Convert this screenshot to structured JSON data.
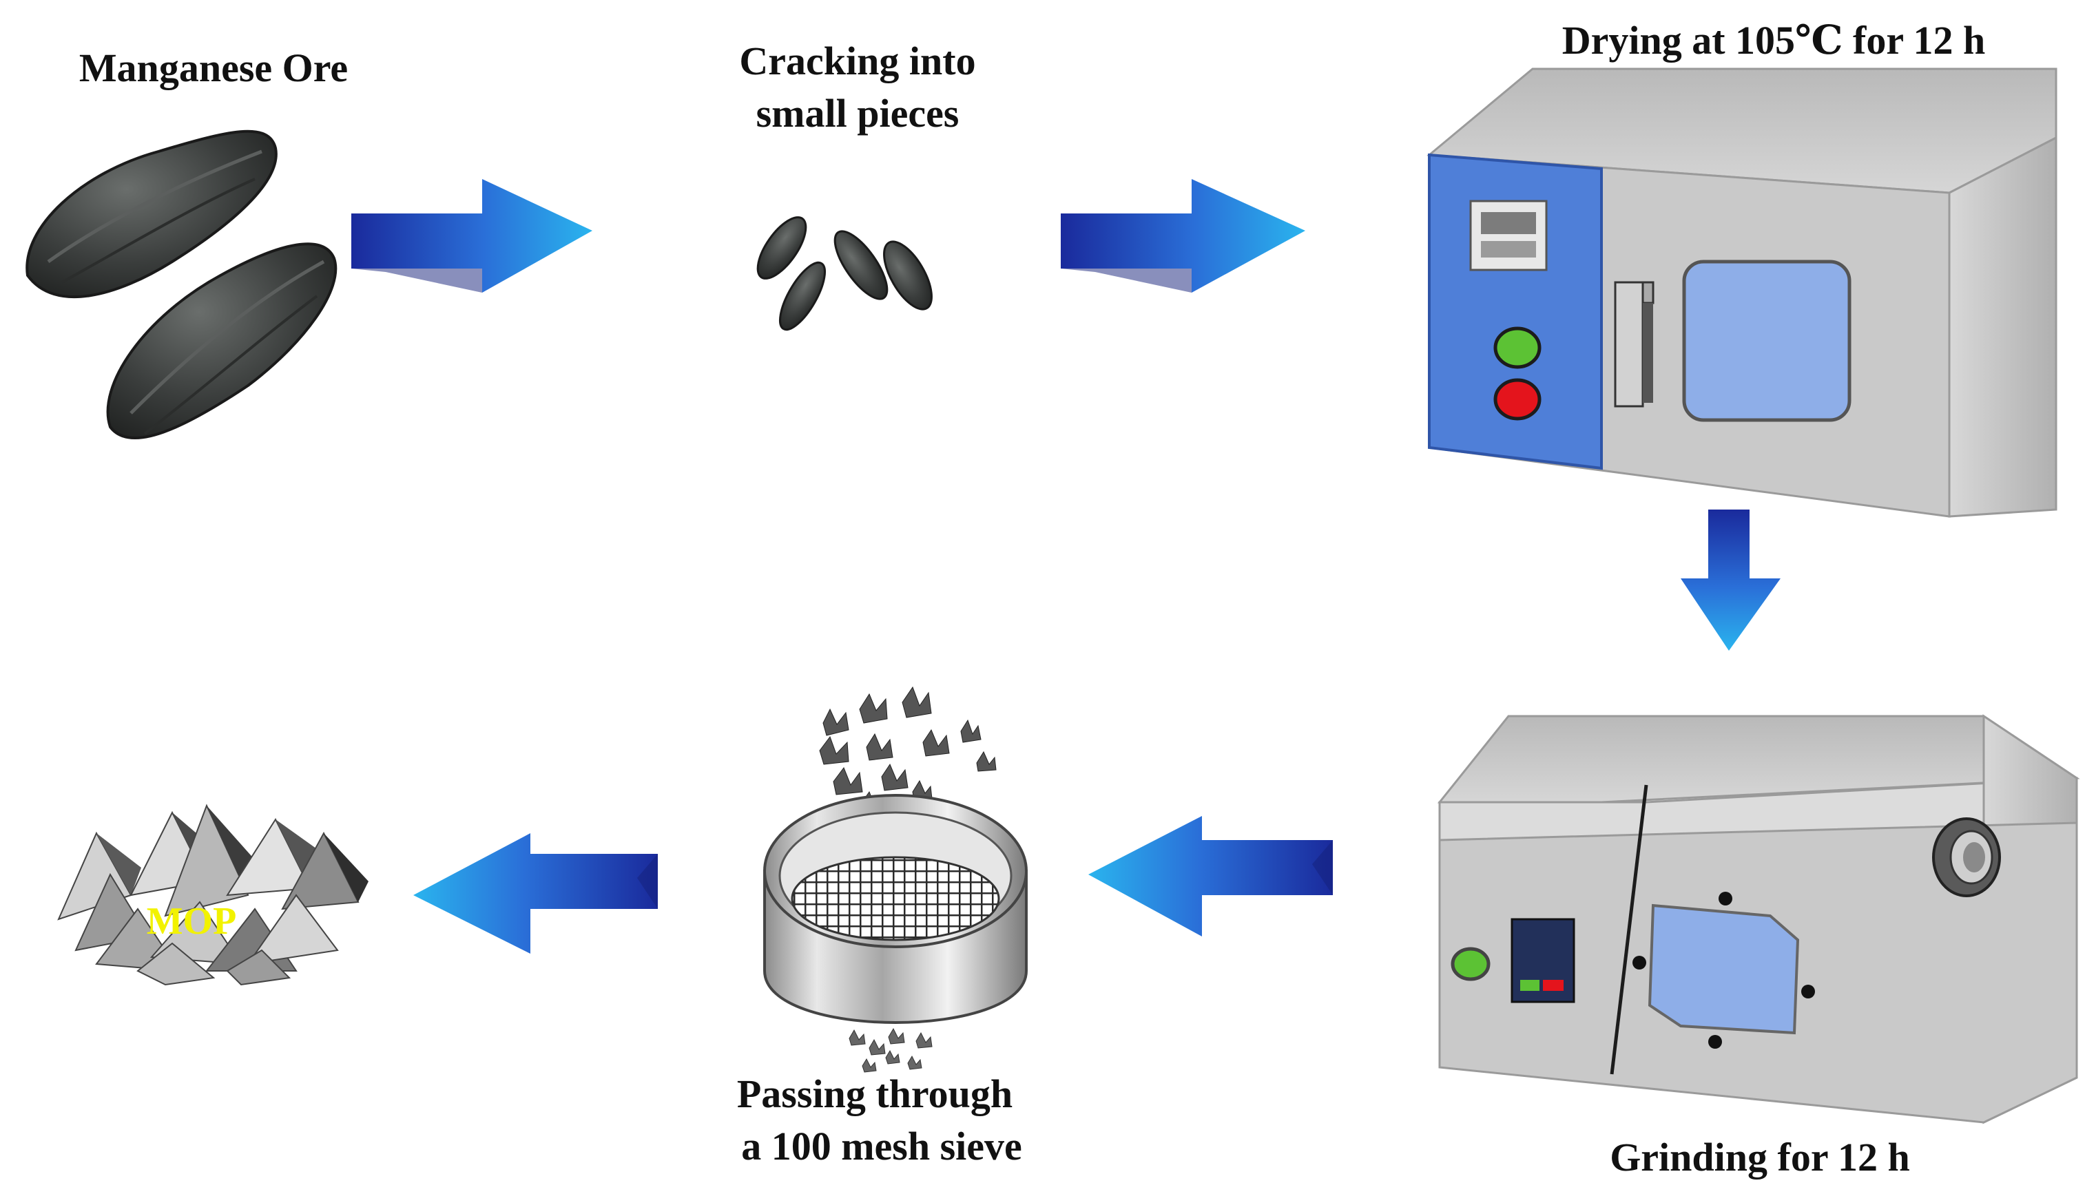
{
  "labels": {
    "ore": "Manganese Ore",
    "cracking_line1": "Cracking into",
    "cracking_line2": "small pieces",
    "drying": "Drying at 105℃ for 12 h",
    "grinding": "Grinding for 12 h",
    "sieve_line1": "Passing through",
    "sieve_line2": "a 100 mesh sieve",
    "product": "MOP"
  },
  "colors": {
    "arrow_dark": "#1a2a9c",
    "arrow_light": "#2ab4ee",
    "ore": "#3a3d3c",
    "oven_panel": "#4f7fd8",
    "oven_body": "#c9c9c9",
    "window": "#8eaee8",
    "button_green": "#5cc234",
    "button_red": "#e4141c",
    "mop_text": "#f2f200"
  },
  "icons": {
    "ore": "ore-rocks-icon",
    "pieces": "ore-pieces-icon",
    "oven": "drying-oven-icon",
    "grinder": "grinding-machine-icon",
    "sieve": "mesh-sieve-icon",
    "product": "mop-powder-pile-icon"
  }
}
